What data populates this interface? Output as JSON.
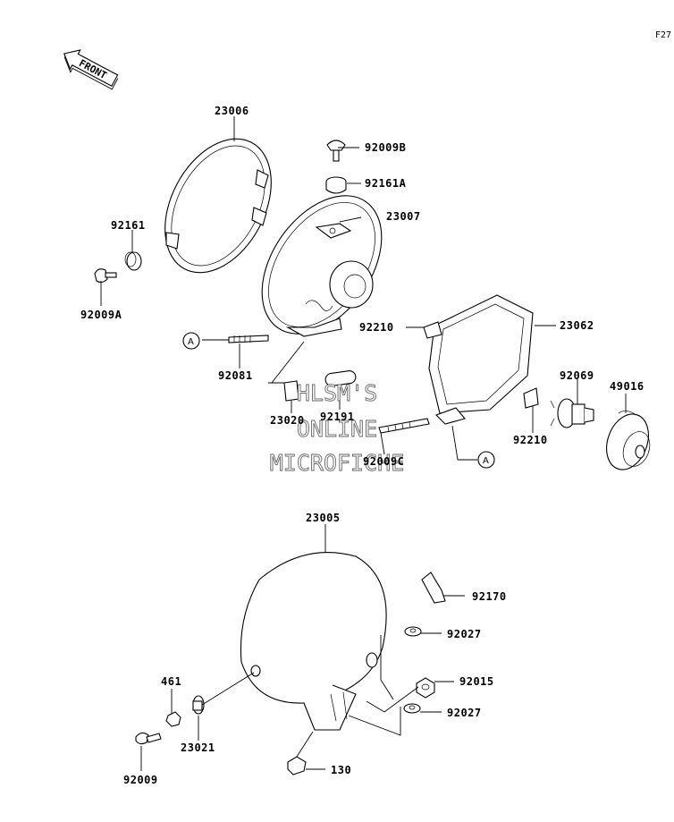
{
  "page_code": "F27",
  "front_label": "FRONT",
  "ref_marker": "A",
  "watermark": [
    "HLSM'S",
    "ONLINE",
    "MICROFICHE"
  ],
  "labels": {
    "p23006": "23006",
    "p92009B": "92009B",
    "p92161A": "92161A",
    "p23007": "23007",
    "p92161": "92161",
    "p92009A": "92009A",
    "p92210a": "92210",
    "p23062": "23062",
    "p92081": "92081",
    "p92069": "92069",
    "p49016": "49016",
    "p23020": "23020",
    "p92191": "92191",
    "p92210b": "92210",
    "p92009C": "92009C",
    "p23005": "23005",
    "p92170": "92170",
    "p92027a": "92027",
    "p461": "461",
    "p92015": "92015",
    "p92027b": "92027",
    "p23021": "23021",
    "p130": "130",
    "p92009": "92009"
  }
}
